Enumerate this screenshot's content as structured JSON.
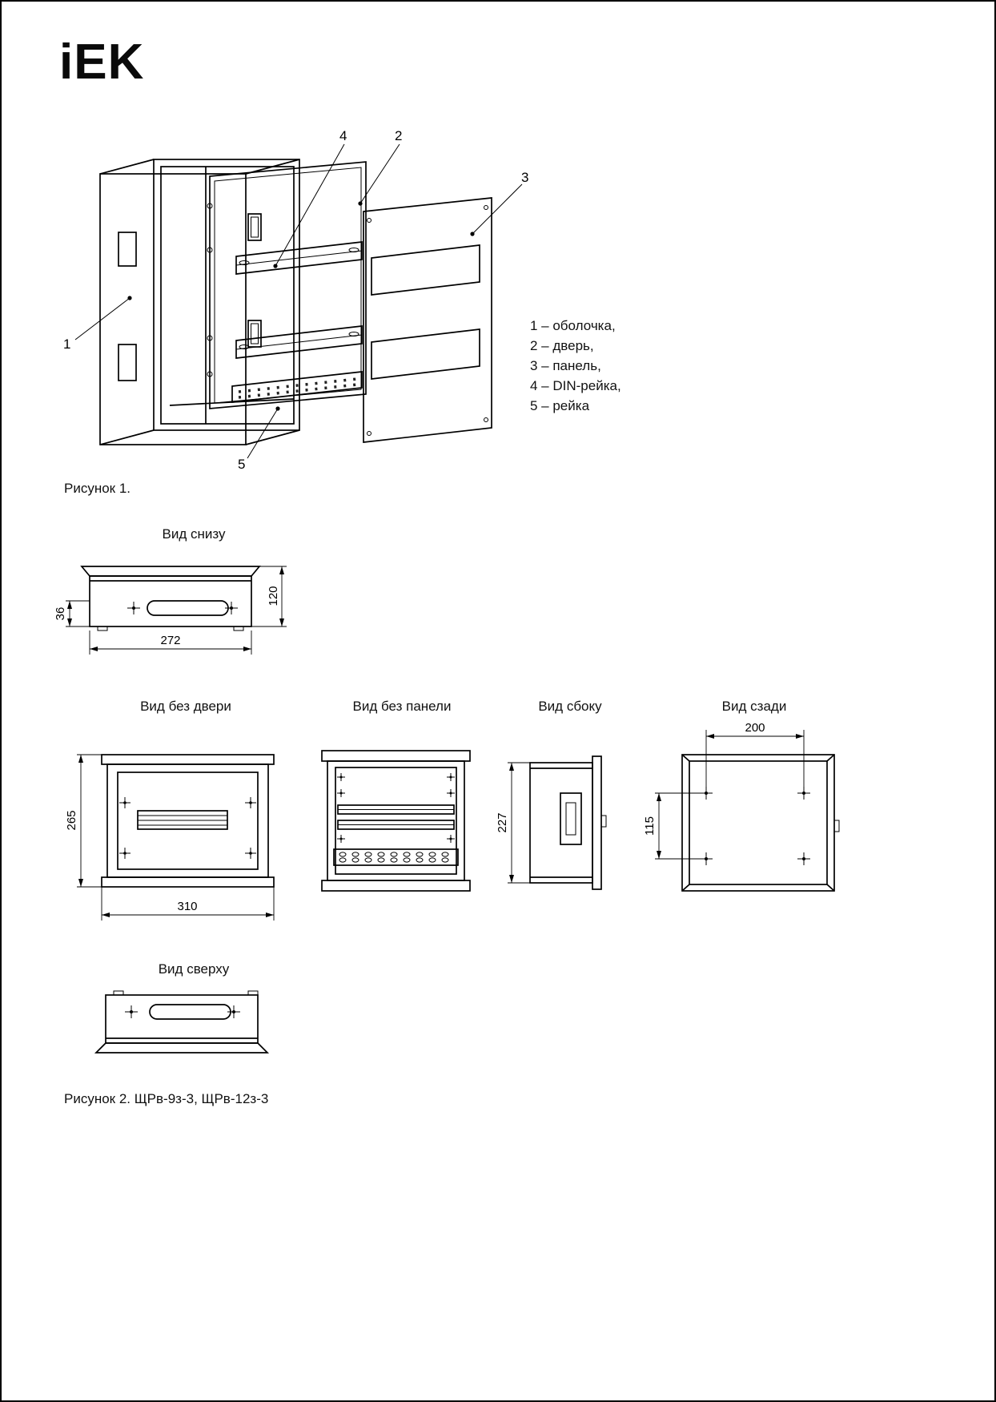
{
  "page": {
    "logo": "iEK",
    "fig1_caption": "Рисунок 1.",
    "fig2_caption": "Рисунок 2. ЩРв-9з-3, ЩРв-12з-3"
  },
  "figure1": {
    "callouts": [
      "1",
      "2",
      "3",
      "4",
      "5"
    ],
    "legend": [
      "1 – оболочка,",
      "2 – дверь,",
      "3 – панель,",
      "4 – DIN-рейка,",
      "5 – рейка"
    ]
  },
  "views": {
    "bottom": {
      "title": "Вид снизу",
      "dim_depth": "120",
      "dim_slot": "36",
      "dim_width": "272"
    },
    "no_door": {
      "title": "Вид без двери",
      "dim_height": "265",
      "dim_width": "310"
    },
    "no_panel": {
      "title": "Вид без панели"
    },
    "side": {
      "title": "Вид сбоку",
      "dim_height": "227"
    },
    "rear": {
      "title": "Вид сзади",
      "dim_width": "200",
      "dim_holes": "115"
    },
    "top": {
      "title": "Вид сверху"
    }
  }
}
